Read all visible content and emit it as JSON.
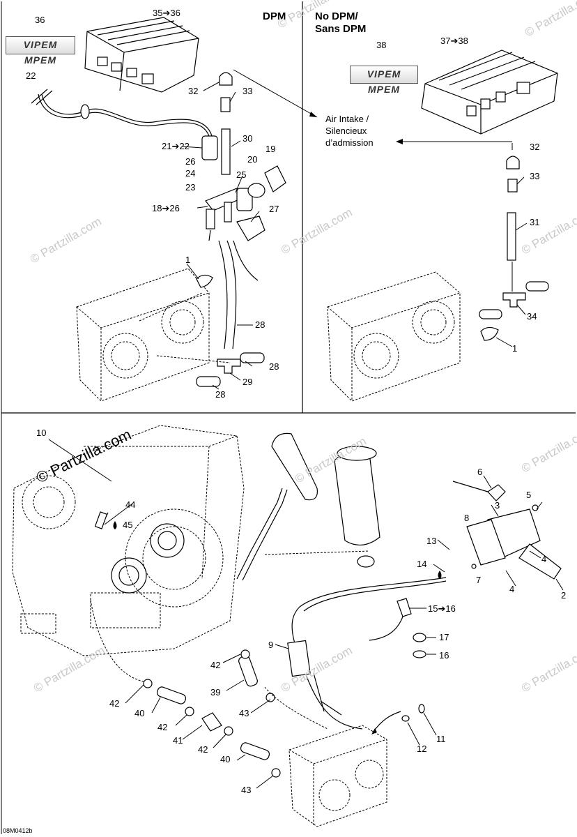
{
  "sections": {
    "dpm": {
      "title": "DPM"
    },
    "no_dpm": {
      "title_line1": "No DPM/",
      "title_line2": "Sans DPM"
    }
  },
  "annotation": {
    "line1": "Air Intake /",
    "line2": "Silencieux",
    "line3": "d’admission"
  },
  "logo_text": "VIPEM MPEM",
  "drawing_code": "08M0412b",
  "watermark": {
    "plain": "© Partzilla.com",
    "strong": "© Partzilla.com"
  },
  "callouts_top_left": [
    "36",
    "35➔36",
    "22",
    "32",
    "33",
    "30",
    "21➔22",
    "26",
    "19",
    "24",
    "20",
    "25",
    "23",
    "18➔26",
    "27",
    "1",
    "28",
    "28",
    "29",
    "28"
  ],
  "callouts_top_right": [
    "38",
    "37➔38",
    "32",
    "33",
    "31",
    "34",
    "1"
  ],
  "callouts_bottom": [
    "10",
    "44",
    "45",
    "6",
    "5",
    "3",
    "8",
    "13",
    "4",
    "14",
    "7",
    "4",
    "2",
    "15➔16",
    "17",
    "9",
    "16",
    "42",
    "39",
    "42",
    "40",
    "43",
    "42",
    "41",
    "42",
    "12",
    "11",
    "40",
    "43"
  ]
}
